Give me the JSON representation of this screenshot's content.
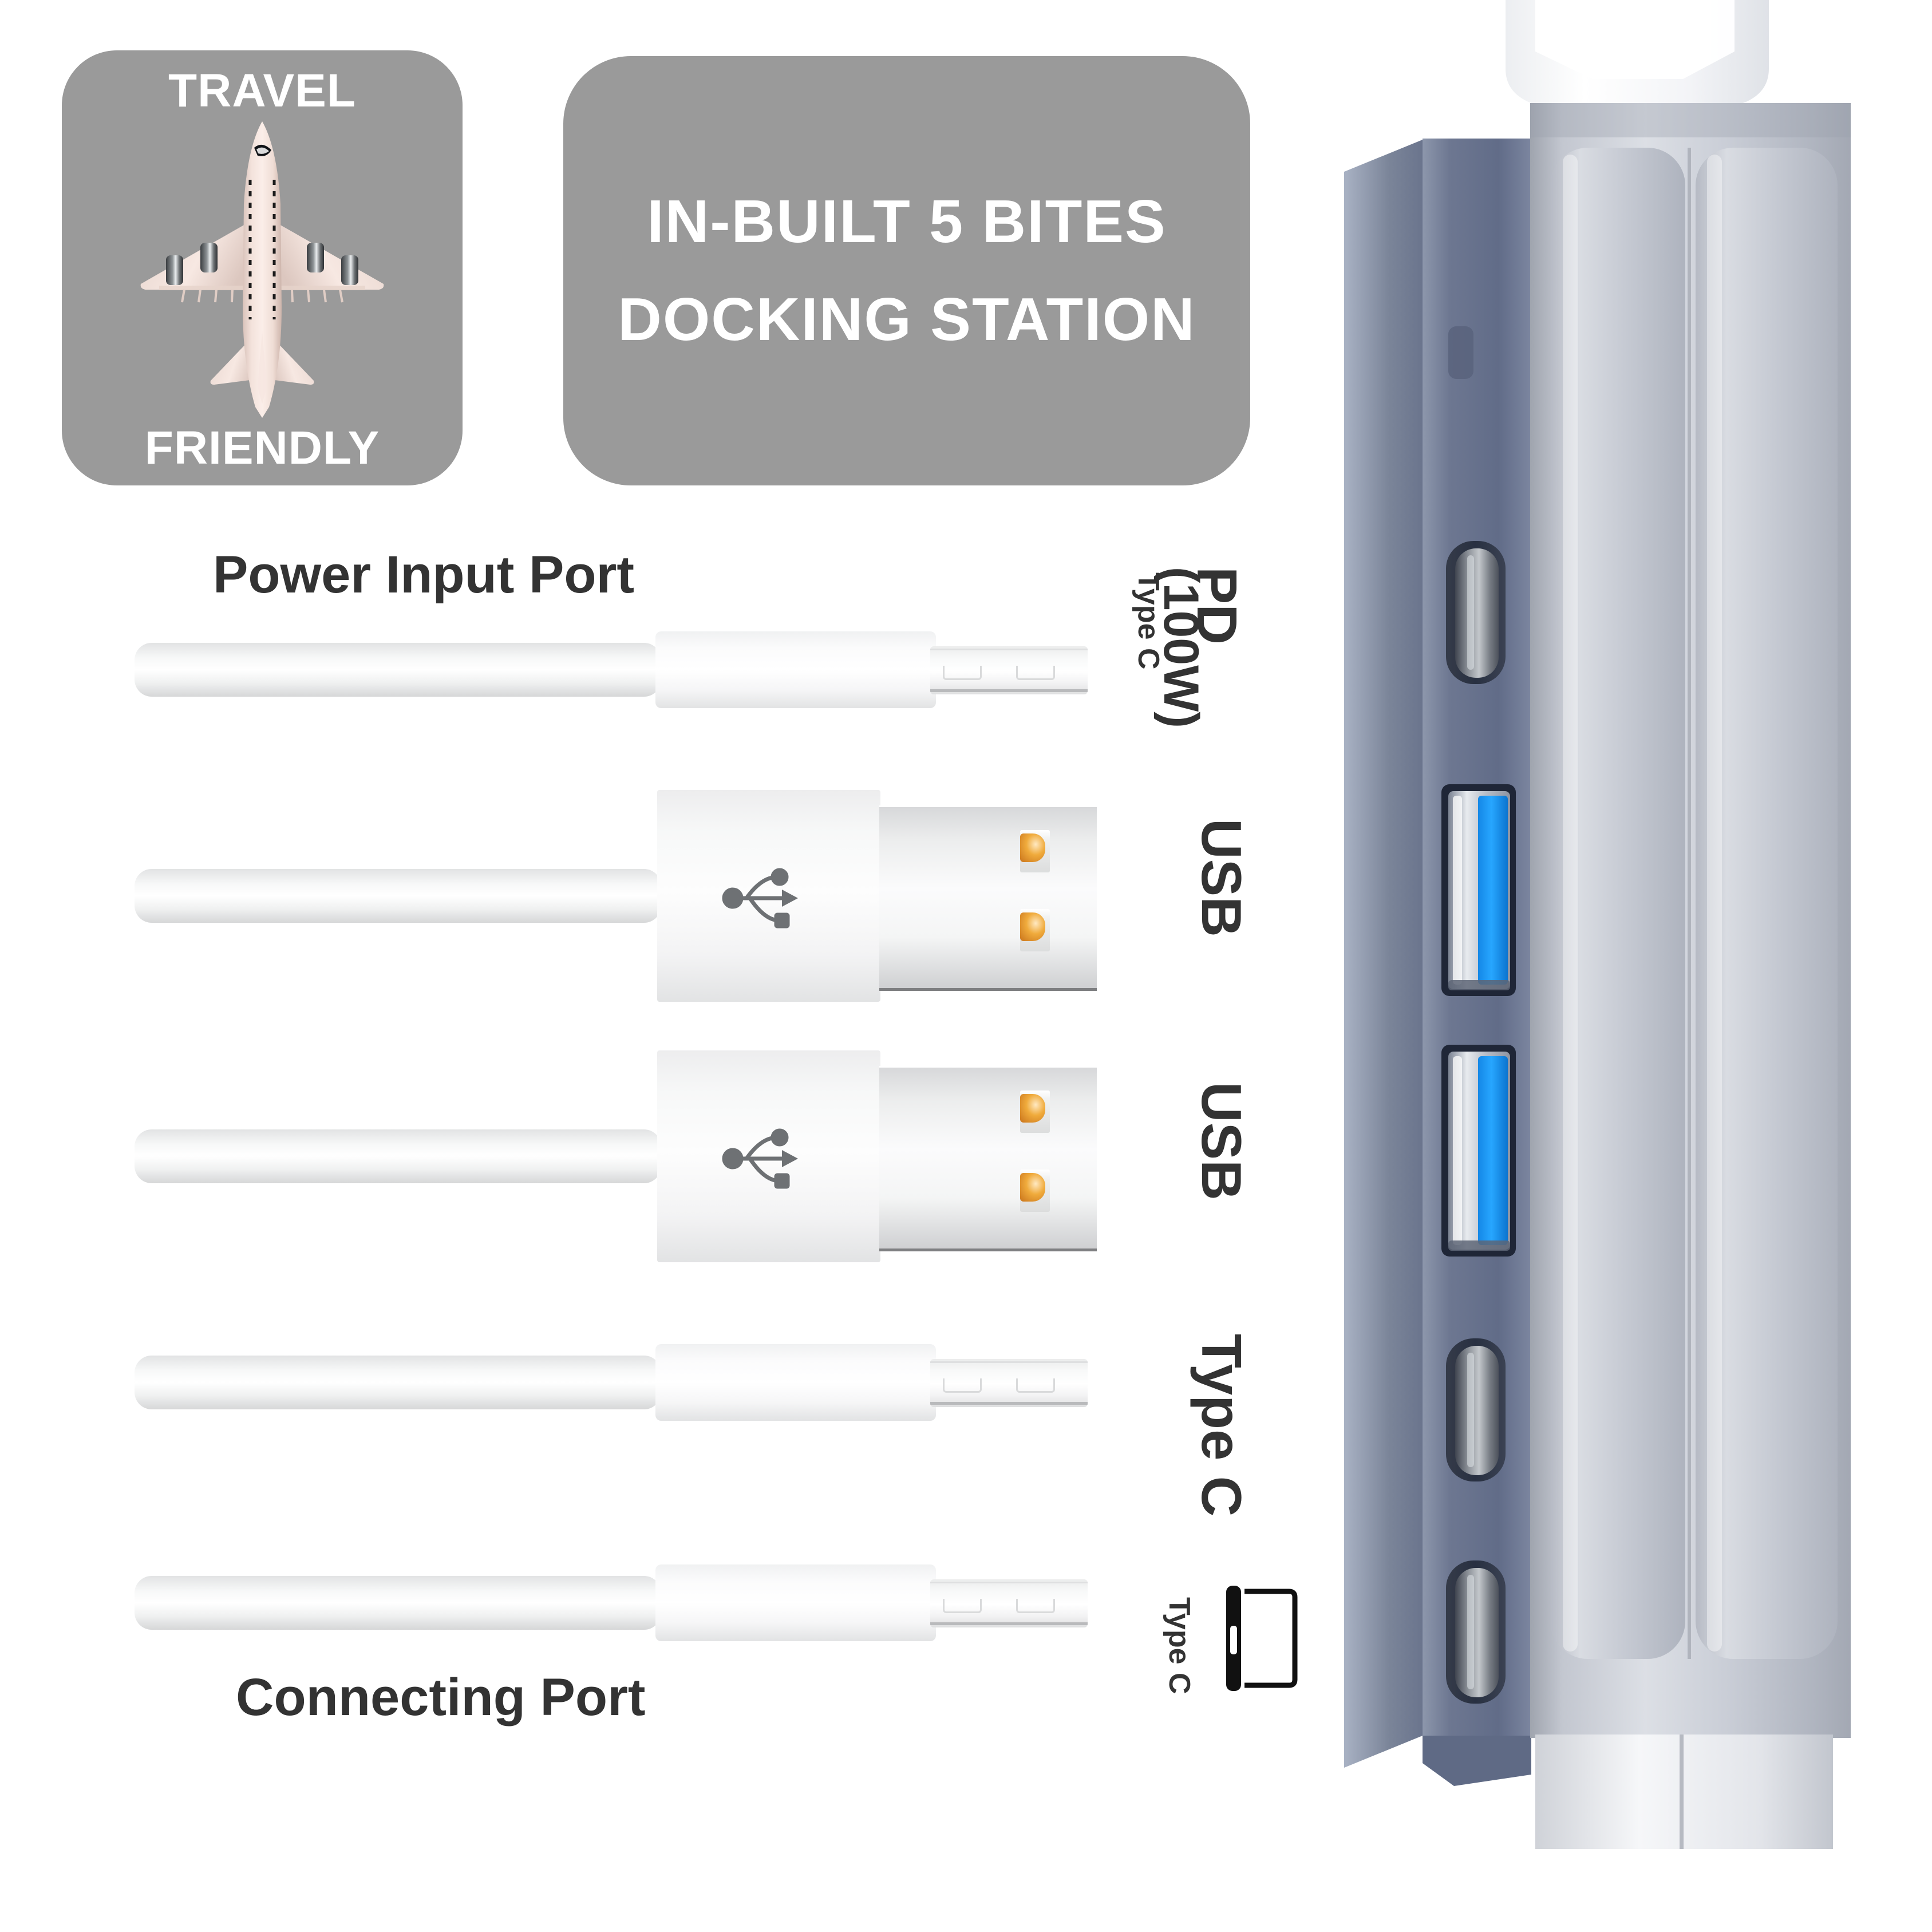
{
  "badges": {
    "travel": {
      "top_label": "TRAVEL",
      "bottom_label": "FRIENDLY",
      "icon": "airplane-icon",
      "bg_color": "#9a9a9a"
    },
    "title": {
      "line1": "IN-BUILT 5 BITES",
      "line2": "DOCKING STATION",
      "bg_color": "#9a9a9a"
    }
  },
  "labels": {
    "power_input_port": "Power Input Port",
    "connecting_port": "Connecting Port"
  },
  "ports": [
    {
      "id": "pd",
      "vertical_labels": [
        "PD",
        "(100W)",
        "Type C"
      ],
      "connector": "type-c",
      "port_type": "usb-c",
      "indicator_color": "#6b6d70"
    },
    {
      "id": "usb1",
      "vertical_labels": [
        "USB"
      ],
      "connector": "usb-a",
      "port_type": "usb-a",
      "indicator_color": "#1b9af7"
    },
    {
      "id": "usb2",
      "vertical_labels": [
        "USB"
      ],
      "connector": "usb-a",
      "port_type": "usb-a",
      "indicator_color": "#1b9af7"
    },
    {
      "id": "typec1",
      "vertical_labels": [
        "Type C"
      ],
      "connector": "type-c",
      "port_type": "usb-c",
      "indicator_color": "#6b6d70"
    },
    {
      "id": "typec2",
      "vertical_labels": [
        "Type C"
      ],
      "connector": "type-c",
      "port_type": "usb-c",
      "indicator_color": "#6b6d70",
      "icon": "device-outline-icon"
    }
  ],
  "colors": {
    "badge_gray": "#9a9a9a",
    "text_dark": "#333333",
    "dock_body_silver": "#b9bcc4",
    "dock_edge_navy": "#6b7590",
    "usb_blue": "#1b9af7",
    "usb_contact_gold": "#e09a33",
    "plane_body": "#f1ddd6"
  },
  "product": {
    "device_name": "docking-station",
    "clamp_parts": [
      "upper-clamp",
      "lower-clamp",
      "stand-arm"
    ]
  }
}
